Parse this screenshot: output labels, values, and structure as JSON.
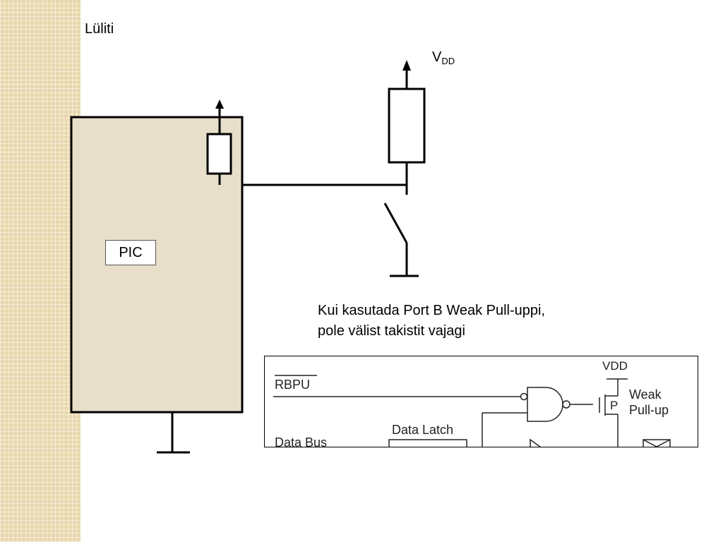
{
  "slide": {
    "title": "Lüliti"
  },
  "circuit": {
    "vdd_main": "V",
    "vdd_sub": "DD",
    "pic_label": "PIC"
  },
  "caption": {
    "line1": "Kui kasutada Port B Weak Pull-uppi,",
    "line2": "pole välist takistit vajagi"
  },
  "inset": {
    "rbpu": "RBPU",
    "vdd": "VDD",
    "weak": "Weak",
    "pullup": "Pull-up",
    "p_label": "P",
    "data_latch": "Data Latch",
    "data_bus": "Data Bus"
  },
  "colors": {
    "pic_fill": "#e8dfca",
    "side_strip": "#e8d7ab"
  }
}
